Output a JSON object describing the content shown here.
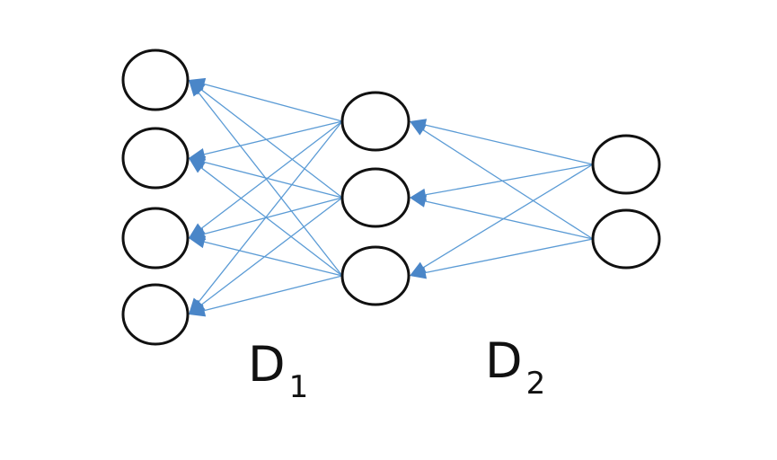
{
  "diagram": {
    "layers": [
      {
        "id": "input",
        "nodes": 4
      },
      {
        "id": "hidden",
        "nodes": 3
      },
      {
        "id": "output",
        "nodes": 2
      }
    ],
    "connections": [
      {
        "from": "output",
        "to": "hidden",
        "kind": "fully-connected"
      },
      {
        "from": "hidden",
        "to": "input",
        "kind": "fully-connected"
      }
    ],
    "labels": {
      "d1": {
        "main": "D",
        "sub": "1"
      },
      "d2": {
        "main": "D",
        "sub": "2"
      }
    },
    "colors": {
      "edge": "#5b9bd5",
      "arrowhead": "#4a86c8",
      "node_stroke": "#111111",
      "node_fill": "#ffffff"
    }
  }
}
